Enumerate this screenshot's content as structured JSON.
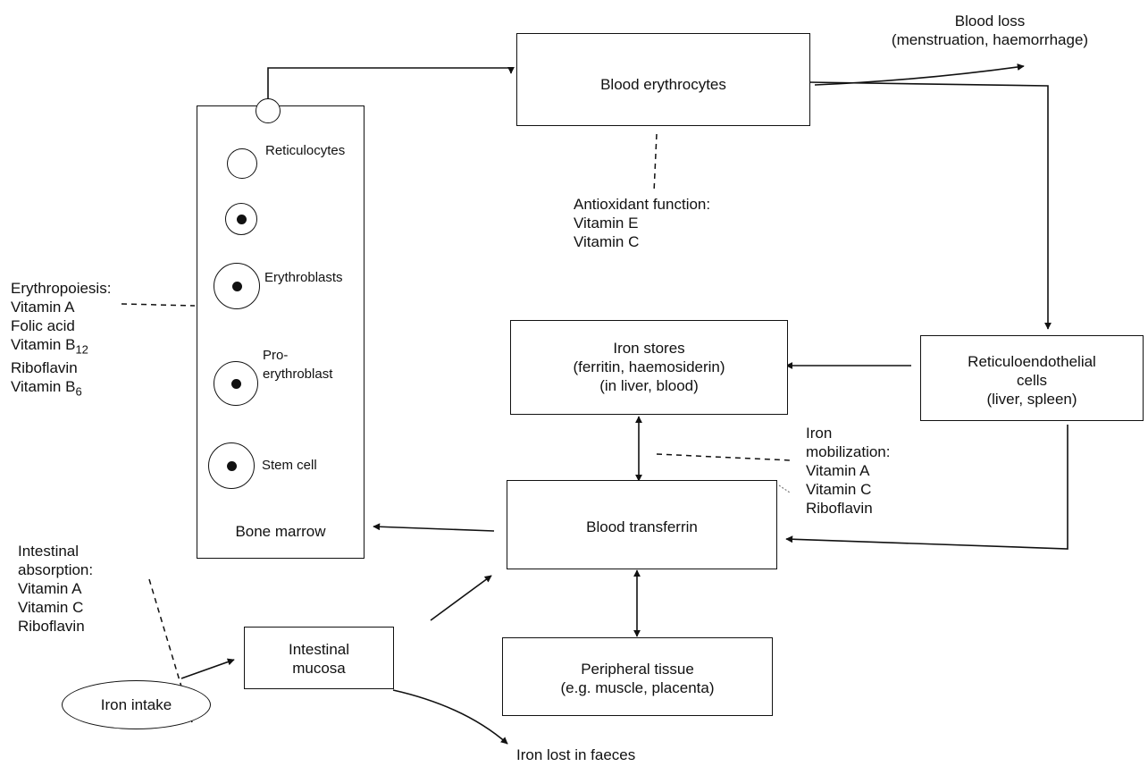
{
  "boxes": {
    "blood_erythrocytes": "Blood erythrocytes",
    "iron_stores": [
      "Iron stores",
      "(ferritin, haemosiderin)",
      "(in liver, blood)"
    ],
    "reticuloendothelial": [
      "Reticuloendothelial",
      "cells",
      "(liver, spleen)"
    ],
    "blood_transferrin": "Blood transferrin",
    "peripheral_tissue": [
      "Peripheral tissue",
      "(e.g. muscle, placenta)"
    ],
    "intestinal_mucosa": [
      "Intestinal",
      "mucosa"
    ],
    "bone_marrow": "Bone marrow",
    "iron_intake": "Iron intake"
  },
  "cell_labels": {
    "reticulocytes": "Reticulocytes",
    "erythroblasts": "Erythroblasts",
    "proerythroblast": [
      "Pro-",
      "erythroblast"
    ],
    "stem_cell": "Stem cell"
  },
  "outputs": {
    "blood_loss": [
      "Blood loss",
      "(menstruation, haemorrhage)"
    ],
    "iron_lost": "Iron lost in faeces"
  },
  "annotations": {
    "antioxidant": [
      "Antioxidant function:",
      "Vitamin E",
      "Vitamin C"
    ],
    "erythropoiesis": {
      "title": "Erythropoiesis:",
      "lines": [
        "Vitamin A",
        "Folic acid"
      ],
      "b12": {
        "base": "Vitamin B",
        "sub": "12"
      },
      "riboflavin": "Riboflavin",
      "b6": {
        "base": "Vitamin B",
        "sub": "6"
      }
    },
    "iron_mobilization": [
      "Iron",
      "mobilization:",
      "Vitamin A",
      "Vitamin C",
      "Riboflavin"
    ],
    "intestinal_absorption": [
      "Intestinal",
      "absorption:",
      "Vitamin A",
      "Vitamin C",
      "Riboflavin"
    ]
  }
}
